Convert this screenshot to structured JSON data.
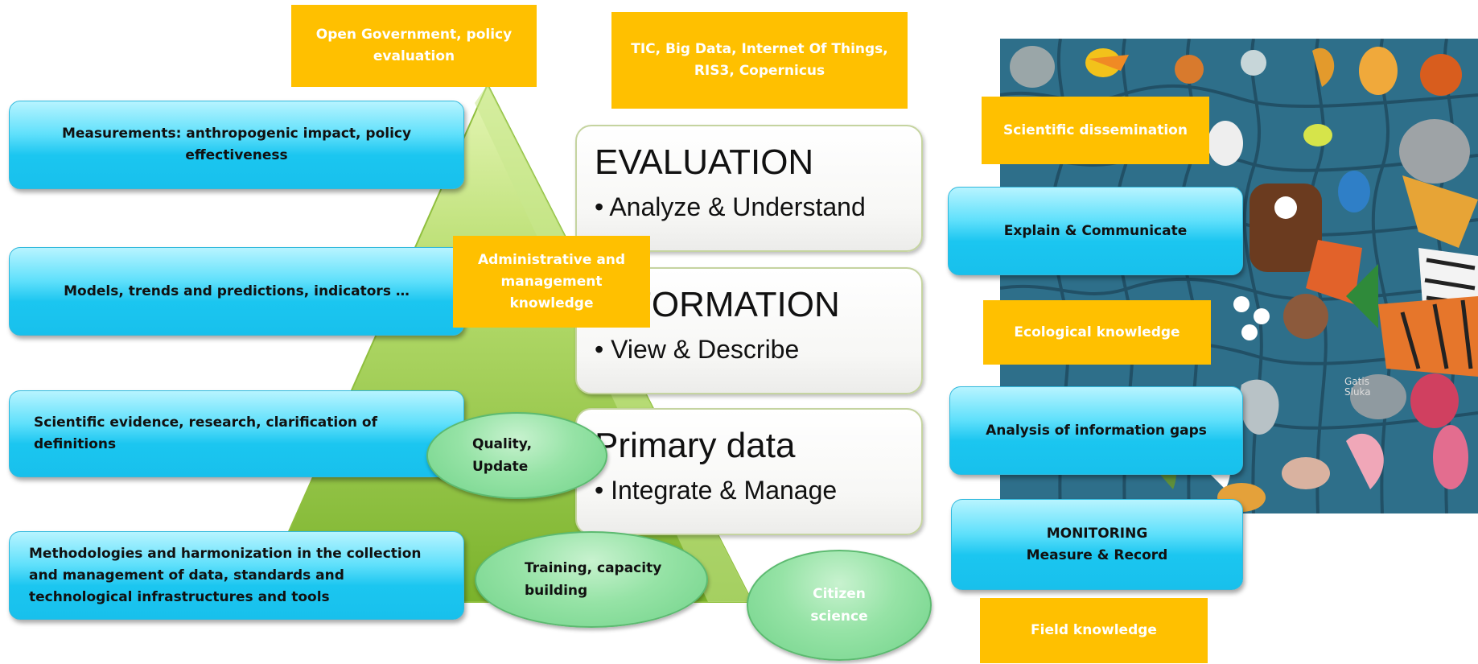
{
  "top_labels": {
    "open_government": "Open Government, policy evaluation",
    "tic": "TIC, Big Data, Internet Of Things, RIS3, Copernicus",
    "administrative": "Administrative and management knowledge"
  },
  "left_boxes": [
    "Measurements: anthropogenic impact, policy effectiveness",
    "Models, trends and predictions, indicators …",
    "Scientific evidence, research, clarification of definitions",
    "Methodologies and harmonization in the collection and management of data, standards and technological infrastructures and tools"
  ],
  "ellipses": {
    "quality": "Quality, Update",
    "training": "Training, capacity building",
    "citizen": "Citizen science"
  },
  "process_boxes": [
    {
      "title": "EVALUATION",
      "bullet": "• Analyze & Understand"
    },
    {
      "title": "INFORMATION",
      "bullet": "• View & Describe"
    },
    {
      "title": "Primary data",
      "bullet": "• Integrate & Manage"
    }
  ],
  "right_orange": {
    "dissemination": "Scientific dissemination",
    "ecological": "Ecological knowledge",
    "field": "Field knowledge"
  },
  "right_cyan": {
    "explain": "Explain & Communicate",
    "analysis": "Analysis of information gaps",
    "monitoring_title": "MONITORING",
    "monitoring_sub": "Measure & Record"
  },
  "puzzle_signature": "Gatis Sluka",
  "colors": {
    "orange": "#FFC000",
    "cyan": "#1BC6F0",
    "pyramid_green": "#9CCB3A",
    "ellipse_green": "#96E3A6"
  }
}
